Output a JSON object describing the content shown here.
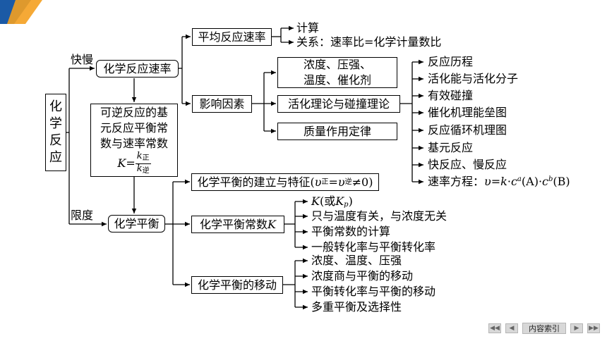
{
  "root": {
    "chars": [
      "化",
      "学",
      "反",
      "应"
    ]
  },
  "branch_labels": {
    "fast_slow": "快慢",
    "limit": "限度"
  },
  "rate": {
    "title": "化学反应速率",
    "average": "平均反应速率",
    "calc": "计算",
    "relation": "关系：速率比=化学计量数比",
    "factors": "影响因素",
    "factor_boxes": [
      "浓度、压强、",
      "温度、催化剂"
    ],
    "theory": "活化理论与碰撞理论",
    "mass_action": "质量作用定律",
    "theory_items": [
      "反应历程",
      "活化能与活化分子",
      "有效碰撞",
      "催化机理能垒图",
      "反应循环机理图",
      "基元反应",
      "快反应、慢反应"
    ],
    "rate_eq_label": "速率方程：",
    "rate_eq": {
      "v": "υ",
      "eq": "=",
      "k": "k",
      "dot": "·",
      "c": "c",
      "a": "a",
      "b": "b",
      "A": "(A)",
      "B": "(B)"
    }
  },
  "reversible": {
    "lines": [
      "可逆反应的基",
      "元反应平衡常",
      "数与速率常数"
    ],
    "K": "K",
    "eq": "=",
    "k": "k",
    "forward": "正",
    "reverse": "逆"
  },
  "equilibrium": {
    "title": "化学平衡",
    "establish_prefix": "化学平衡的建立与特征(",
    "v": "υ",
    "forward": "正",
    "eq": "=",
    "reverse": "逆",
    "ne0": "≠0)",
    "constant_prefix": "化学平衡常数",
    "constant_K": "K",
    "constant_items_k_prefix": "K",
    "constant_items_k_mid": "(或",
    "constant_items_kp": "K",
    "constant_items_p": "p",
    "constant_items_close": ")",
    "constant_items": [
      "只与温度有关，与浓度无关",
      "平衡常数的计算",
      "一般转化率与平衡转化率"
    ],
    "shift": "化学平衡的移动",
    "shift_items": [
      "浓度、温度、压强",
      "浓度商与平衡的移动",
      "平衡转化率与平衡的移动",
      "多重平衡及选择性"
    ]
  },
  "nav": {
    "index_label": "内容索引"
  }
}
